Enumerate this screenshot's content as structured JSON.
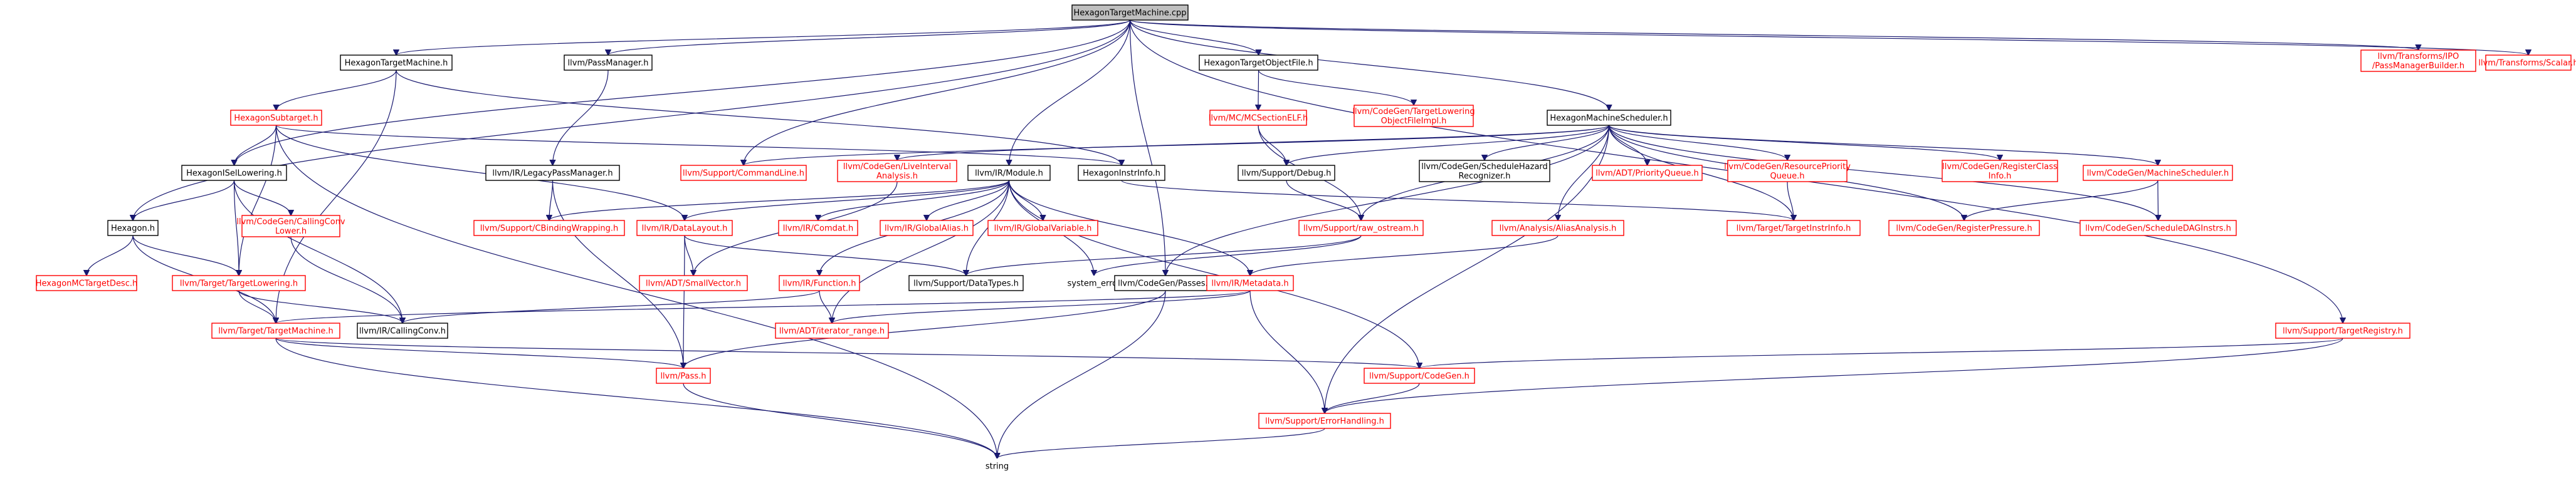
{
  "diagram": {
    "title": "HexagonTargetMachine.cpp",
    "colors": {
      "edge": "#191970",
      "external_text": "#ff0000",
      "root_fill": "#bfbfbf"
    },
    "nodes": [
      {
        "id": "root",
        "lines": [
          "HexagonTargetMachine.cpp"
        ],
        "style": "root"
      },
      {
        "id": "htm",
        "lines": [
          "HexagonTargetMachine.h"
        ],
        "style": "int"
      },
      {
        "id": "pm",
        "lines": [
          "llvm/PassManager.h"
        ],
        "style": "int"
      },
      {
        "id": "hobj",
        "lines": [
          "HexagonTargetObjectFile.h"
        ],
        "style": "int"
      },
      {
        "id": "hms",
        "lines": [
          "HexagonMachineScheduler.h"
        ],
        "style": "int"
      },
      {
        "id": "ipmb",
        "lines": [
          "llvm/Transforms/IPO",
          "/PassManagerBuilder.h"
        ],
        "style": "ext"
      },
      {
        "id": "tsc",
        "lines": [
          "llvm/Transforms/Scalar.h"
        ],
        "style": "ext"
      },
      {
        "id": "hsub",
        "lines": [
          "HexagonSubtarget.h"
        ],
        "style": "ext"
      },
      {
        "id": "mcs",
        "lines": [
          "llvm/MC/MCSectionELF.h"
        ],
        "style": "ext"
      },
      {
        "id": "tlof",
        "lines": [
          "llvm/CodeGen/TargetLowering",
          "ObjectFileImpl.h"
        ],
        "style": "ext"
      },
      {
        "id": "lpm",
        "lines": [
          "llvm/IR/LegacyPassManager.h"
        ],
        "style": "int"
      },
      {
        "id": "cl",
        "lines": [
          "llvm/Support/CommandLine.h"
        ],
        "style": "ext"
      },
      {
        "id": "lia",
        "lines": [
          "llvm/CodeGen/LiveInterval",
          "Analysis.h"
        ],
        "style": "ext"
      },
      {
        "id": "irm",
        "lines": [
          "llvm/IR/Module.h"
        ],
        "style": "int"
      },
      {
        "id": "hii",
        "lines": [
          "HexagonInstrInfo.h"
        ],
        "style": "int"
      },
      {
        "id": "dbg",
        "lines": [
          "llvm/Support/Debug.h"
        ],
        "style": "int"
      },
      {
        "id": "shr",
        "lines": [
          "llvm/CodeGen/ScheduleHazard",
          "Recognizer.h"
        ],
        "style": "int"
      },
      {
        "id": "pq",
        "lines": [
          "llvm/ADT/PriorityQueue.h"
        ],
        "style": "ext"
      },
      {
        "id": "rpq",
        "lines": [
          "llvm/CodeGen/ResourcePriority",
          "Queue.h"
        ],
        "style": "ext"
      },
      {
        "id": "rci",
        "lines": [
          "llvm/CodeGen/RegisterClass",
          "Info.h"
        ],
        "style": "ext"
      },
      {
        "id": "cms",
        "lines": [
          "llvm/CodeGen/MachineScheduler.h"
        ],
        "style": "ext"
      },
      {
        "id": "hisel",
        "lines": [
          "HexagonISelLowering.h"
        ],
        "style": "int"
      },
      {
        "id": "ccl",
        "lines": [
          "llvm/CodeGen/CallingConv",
          "Lower.h"
        ],
        "style": "ext"
      },
      {
        "id": "hex",
        "lines": [
          "Hexagon.h"
        ],
        "style": "int"
      },
      {
        "id": "cbm",
        "lines": [
          "llvm/Support/CBindingWrapping.h"
        ],
        "style": "ext"
      },
      {
        "id": "dl",
        "lines": [
          "llvm/IR/DataLayout.h"
        ],
        "style": "ext"
      },
      {
        "id": "cmd",
        "lines": [
          "llvm/IR/Comdat.h"
        ],
        "style": "ext"
      },
      {
        "id": "gal",
        "lines": [
          "llvm/IR/GlobalAlias.h"
        ],
        "style": "ext"
      },
      {
        "id": "gvar",
        "lines": [
          "llvm/IR/GlobalVariable.h"
        ],
        "style": "ext"
      },
      {
        "id": "rawo",
        "lines": [
          "llvm/Support/raw_ostream.h"
        ],
        "style": "ext"
      },
      {
        "id": "aa",
        "lines": [
          "llvm/Analysis/AliasAnalysis.h"
        ],
        "style": "ext"
      },
      {
        "id": "tii",
        "lines": [
          "llvm/Target/TargetInstrInfo.h"
        ],
        "style": "ext"
      },
      {
        "id": "crp",
        "lines": [
          "llvm/CodeGen/RegisterPressure.h"
        ],
        "style": "ext"
      },
      {
        "id": "sdi",
        "lines": [
          "llvm/CodeGen/ScheduleDAGInstrs.h"
        ],
        "style": "ext"
      },
      {
        "id": "hmcd",
        "lines": [
          "HexagonMCTargetDesc.h"
        ],
        "style": "ext"
      },
      {
        "id": "ttl",
        "lines": [
          "llvm/Target/TargetLowering.h"
        ],
        "style": "ext"
      },
      {
        "id": "sv",
        "lines": [
          "llvm/ADT/SmallVector.h"
        ],
        "style": "ext"
      },
      {
        "id": "func",
        "lines": [
          "llvm/IR/Function.h"
        ],
        "style": "ext"
      },
      {
        "id": "sdt",
        "lines": [
          "llvm/Support/DataTypes.h"
        ],
        "style": "int"
      },
      {
        "id": "serr",
        "lines": [
          "system_error"
        ],
        "style": "plain"
      },
      {
        "id": "cgp",
        "lines": [
          "llvm/CodeGen/Passes.h"
        ],
        "style": "int"
      },
      {
        "id": "meta",
        "lines": [
          "llvm/IR/Metadata.h"
        ],
        "style": "ext"
      },
      {
        "id": "treg",
        "lines": [
          "llvm/Support/TargetRegistry.h"
        ],
        "style": "ext"
      },
      {
        "id": "ttm",
        "lines": [
          "llvm/Target/TargetMachine.h"
        ],
        "style": "ext"
      },
      {
        "id": "ccv",
        "lines": [
          "llvm/IR/CallingConv.h"
        ],
        "style": "int"
      },
      {
        "id": "itr",
        "lines": [
          "llvm/ADT/iterator_range.h"
        ],
        "style": "ext"
      },
      {
        "id": "pass",
        "lines": [
          "llvm/Pass.h"
        ],
        "style": "ext"
      },
      {
        "id": "scg",
        "lines": [
          "llvm/Support/CodeGen.h"
        ],
        "style": "ext"
      },
      {
        "id": "eh",
        "lines": [
          "llvm/Support/ErrorHandling.h"
        ],
        "style": "ext"
      },
      {
        "id": "str",
        "lines": [
          "string"
        ],
        "style": "plain"
      }
    ],
    "edges": [
      [
        "root",
        "htm"
      ],
      [
        "root",
        "pm"
      ],
      [
        "root",
        "hobj"
      ],
      [
        "root",
        "hms"
      ],
      [
        "root",
        "ipmb"
      ],
      [
        "root",
        "tsc"
      ],
      [
        "root",
        "hisel"
      ],
      [
        "root",
        "hex"
      ],
      [
        "root",
        "cl"
      ],
      [
        "root",
        "irm"
      ],
      [
        "root",
        "cgp"
      ],
      [
        "root",
        "treg"
      ],
      [
        "htm",
        "hsub"
      ],
      [
        "htm",
        "hii"
      ],
      [
        "htm",
        "ttm"
      ],
      [
        "pm",
        "lpm"
      ],
      [
        "hobj",
        "mcs"
      ],
      [
        "hobj",
        "tlof"
      ],
      [
        "hsub",
        "hii"
      ],
      [
        "hsub",
        "hisel"
      ],
      [
        "hsub",
        "dl"
      ],
      [
        "hsub",
        "ttl"
      ],
      [
        "hsub",
        "str"
      ],
      [
        "mcs",
        "dbg"
      ],
      [
        "mcs",
        "rawo"
      ],
      [
        "lpm",
        "cbm"
      ],
      [
        "lpm",
        "pass"
      ],
      [
        "hms",
        "cl"
      ],
      [
        "hms",
        "lia"
      ],
      [
        "hms",
        "dbg"
      ],
      [
        "hms",
        "shr"
      ],
      [
        "hms",
        "pq"
      ],
      [
        "hms",
        "rpq"
      ],
      [
        "hms",
        "rci"
      ],
      [
        "hms",
        "cms"
      ],
      [
        "hms",
        "rawo"
      ],
      [
        "hms",
        "aa"
      ],
      [
        "hms",
        "tii"
      ],
      [
        "hms",
        "crp"
      ],
      [
        "hms",
        "sdi"
      ],
      [
        "hms",
        "eh"
      ],
      [
        "hms",
        "cgp"
      ],
      [
        "lia",
        "sv"
      ],
      [
        "irm",
        "cbm"
      ],
      [
        "irm",
        "dl"
      ],
      [
        "irm",
        "cmd"
      ],
      [
        "irm",
        "gal"
      ],
      [
        "irm",
        "gvar"
      ],
      [
        "irm",
        "func"
      ],
      [
        "irm",
        "meta"
      ],
      [
        "irm",
        "sdt"
      ],
      [
        "irm",
        "serr"
      ],
      [
        "irm",
        "itr"
      ],
      [
        "irm",
        "scg"
      ],
      [
        "hii",
        "tii"
      ],
      [
        "dbg",
        "rawo"
      ],
      [
        "rawo",
        "sdt"
      ],
      [
        "rawo",
        "serr"
      ],
      [
        "hisel",
        "hex"
      ],
      [
        "hisel",
        "ccl"
      ],
      [
        "hisel",
        "ttl"
      ],
      [
        "hisel",
        "ccv"
      ],
      [
        "ccl",
        "ccv"
      ],
      [
        "hex",
        "hmcd"
      ],
      [
        "hex",
        "ttl"
      ],
      [
        "hex",
        "ttm"
      ],
      [
        "ttl",
        "ccv"
      ],
      [
        "ttl",
        "ttm"
      ],
      [
        "dl",
        "sv"
      ],
      [
        "dl",
        "sdt"
      ],
      [
        "dl",
        "pass"
      ],
      [
        "func",
        "itr"
      ],
      [
        "func",
        "ccv"
      ],
      [
        "cgp",
        "pass"
      ],
      [
        "cgp",
        "str"
      ],
      [
        "meta",
        "itr"
      ],
      [
        "meta",
        "ttm"
      ],
      [
        "meta",
        "eh"
      ],
      [
        "aa",
        "meta"
      ],
      [
        "cms",
        "crp"
      ],
      [
        "cms",
        "sdi"
      ],
      [
        "rpq",
        "tii"
      ],
      [
        "treg",
        "scg"
      ],
      [
        "treg",
        "eh"
      ],
      [
        "ttm",
        "pass"
      ],
      [
        "ttm",
        "scg"
      ],
      [
        "ttm",
        "str"
      ],
      [
        "pass",
        "str"
      ],
      [
        "scg",
        "eh"
      ],
      [
        "eh",
        "str"
      ]
    ]
  }
}
